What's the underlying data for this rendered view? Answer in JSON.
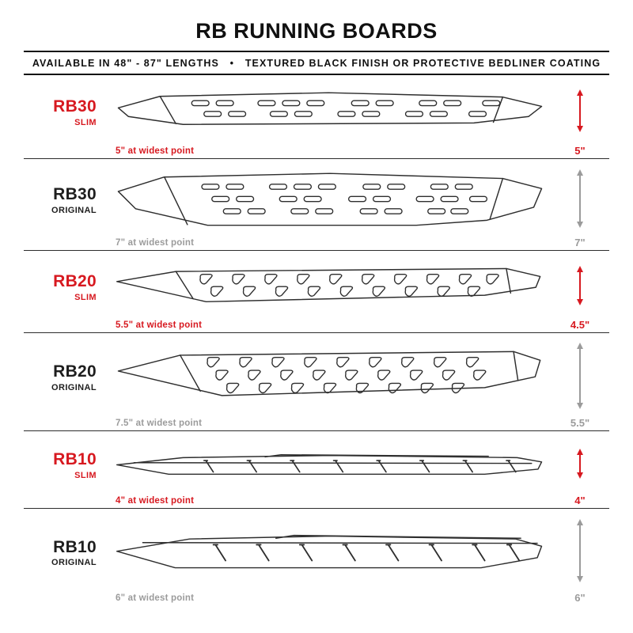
{
  "header": {
    "title": "RB RUNNING BOARDS",
    "subtitle": "AVAILABLE IN 48\" - 87\" LENGTHS   •   TEXTURED BLACK FINISH OR PROTECTIVE BEDLINER COATING"
  },
  "colors": {
    "accent_red": "#d71920",
    "muted_gray": "#9b9b9b",
    "dark": "#1e1e1e",
    "line_art": "#2e2e2e"
  },
  "boards": [
    {
      "model": "RB30",
      "variant": "SLIM",
      "style": "slim",
      "widest_label": "5\" at widest point",
      "height_label": "5\""
    },
    {
      "model": "RB30",
      "variant": "ORIGINAL",
      "style": "original",
      "widest_label": "7\" at widest point",
      "height_label": "7\""
    },
    {
      "model": "RB20",
      "variant": "SLIM",
      "style": "slim",
      "widest_label": "5.5\" at widest point",
      "height_label": "4.5\""
    },
    {
      "model": "RB20",
      "variant": "ORIGINAL",
      "style": "original",
      "widest_label": "7.5\" at widest point",
      "height_label": "5.5\""
    },
    {
      "model": "RB10",
      "variant": "SLIM",
      "style": "slim",
      "widest_label": "4\" at widest point",
      "height_label": "4\""
    },
    {
      "model": "RB10",
      "variant": "ORIGINAL",
      "style": "original",
      "widest_label": "6\" at widest point",
      "height_label": "6\""
    }
  ]
}
